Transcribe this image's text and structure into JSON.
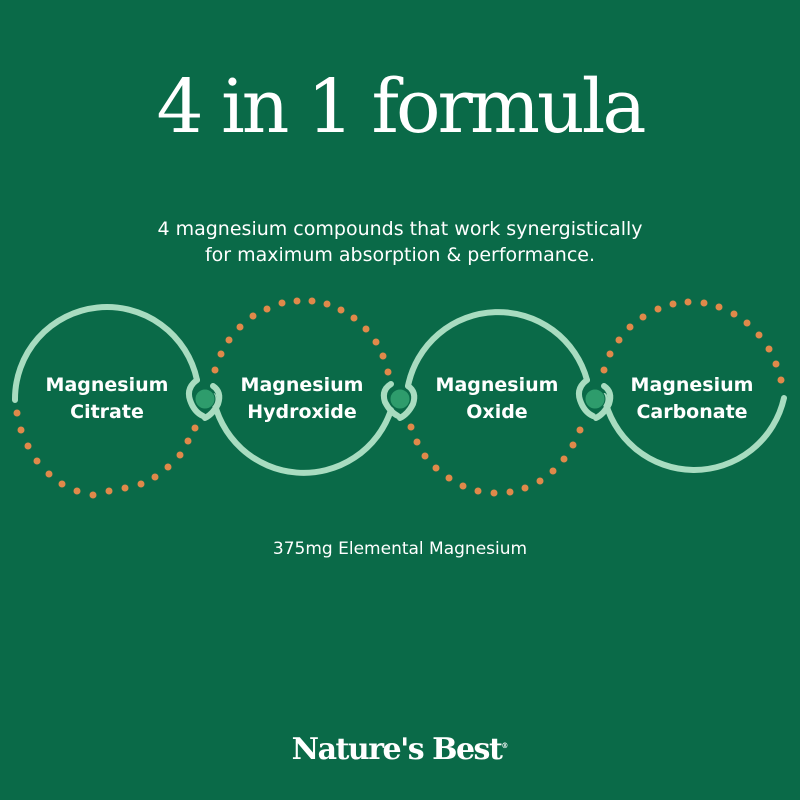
{
  "headline": "4 in 1 formula",
  "subtitle": {
    "line1": "4 magnesium compounds that work synergistically",
    "line2": "for maximum absorption & performance."
  },
  "compounds": [
    {
      "line1": "Magnesium",
      "line2": "Citrate"
    },
    {
      "line1": "Magnesium",
      "line2": "Hydroxide"
    },
    {
      "line1": "Magnesium",
      "line2": "Oxide"
    },
    {
      "line1": "Magnesium",
      "line2": "Carbonate"
    }
  ],
  "footnote": "375mg Elemental Magnesium",
  "brand": {
    "name": "Nature's Best",
    "mark": "®"
  },
  "colors": {
    "background": "#0a6a48",
    "arc": "#a8dcc0",
    "dots": "#e0894a",
    "connector_dot": "#2e9c6c",
    "text": "#ffffff"
  }
}
